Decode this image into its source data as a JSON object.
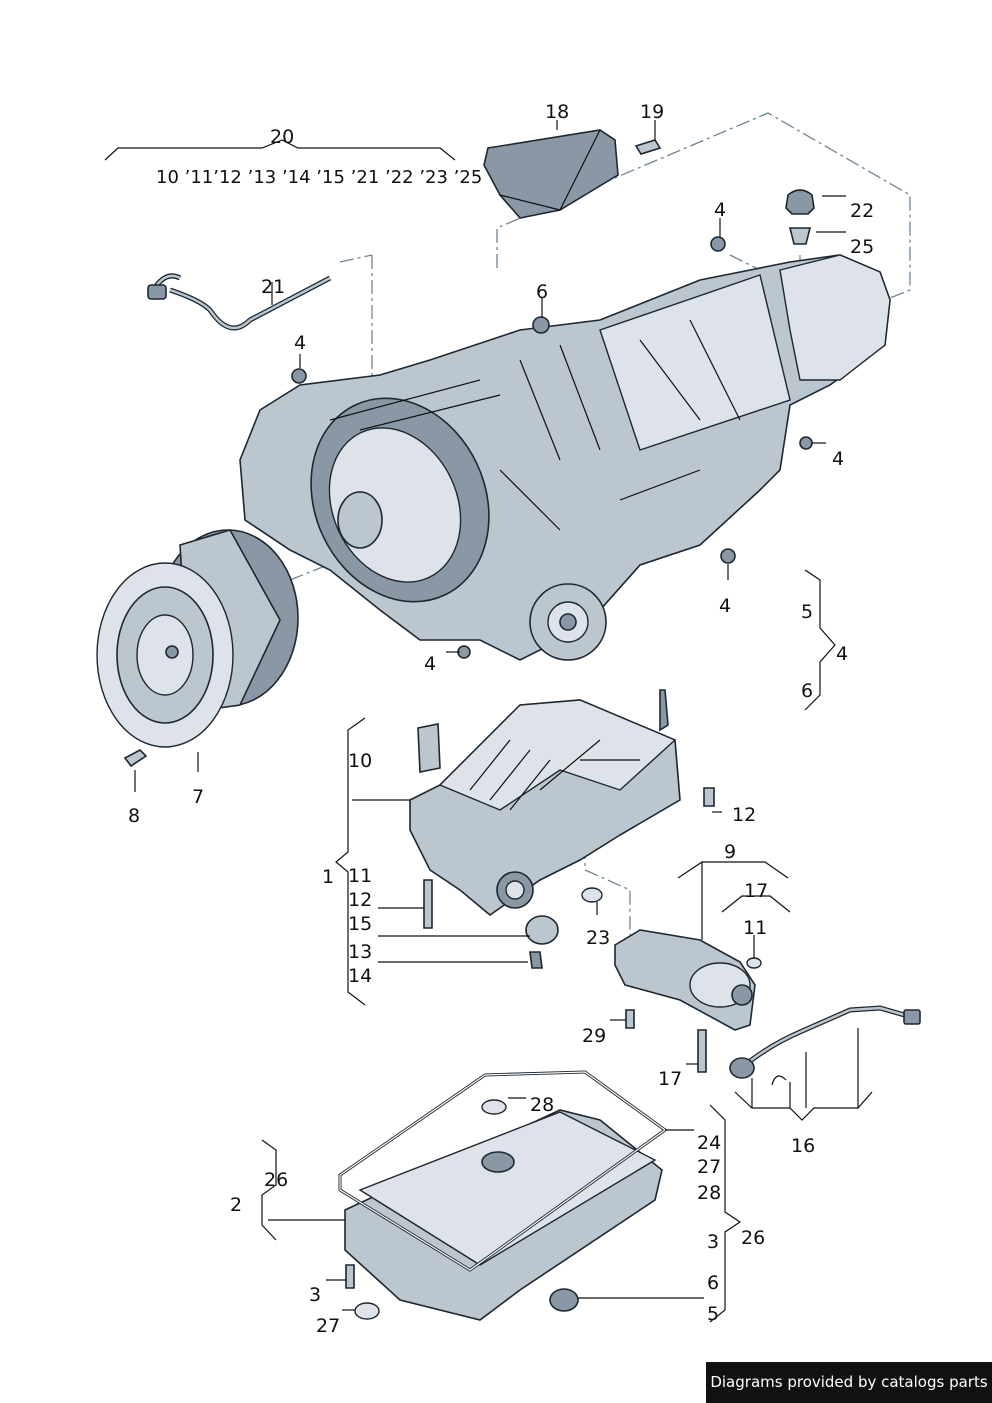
{
  "labels": {
    "l18": "18",
    "l19": "19",
    "l20": "20",
    "l20_years": "10 ’11’12 ’13 ’14  ’15 ’21 ’22  ’23  ’25",
    "l4a": "4",
    "l22": "22",
    "l25": "25",
    "l21": "21",
    "l6a": "6",
    "l4b": "4",
    "l4c": "4",
    "l4d": "4",
    "l4e": "4",
    "l5a": "5",
    "l4f": "4",
    "l6b": "6",
    "l10": "10",
    "l7": "7",
    "l8": "8",
    "l12a": "12",
    "l1": "1",
    "l11a": "11",
    "l12b": "12",
    "l15": "15",
    "l13": "13",
    "l14": "14",
    "l23": "23",
    "l9": "9",
    "l17a": "17",
    "l11b": "11",
    "l29": "29",
    "l17b": "17",
    "l16": "16",
    "l28a": "28",
    "l24": "24",
    "l27a": "27",
    "l28b": "28",
    "l26a": "26",
    "l2": "2",
    "l3a": "3",
    "l26b": "26",
    "l3b": "3",
    "l27b": "27",
    "l6c": "6",
    "l5b": "5"
  },
  "credit": "Diagrams provided by catalogs parts",
  "colors": {
    "part_fill": "#bcc6cf",
    "part_dark": "#8a98a6",
    "outline": "#1d2730",
    "leader_dash": "#6e8596"
  }
}
